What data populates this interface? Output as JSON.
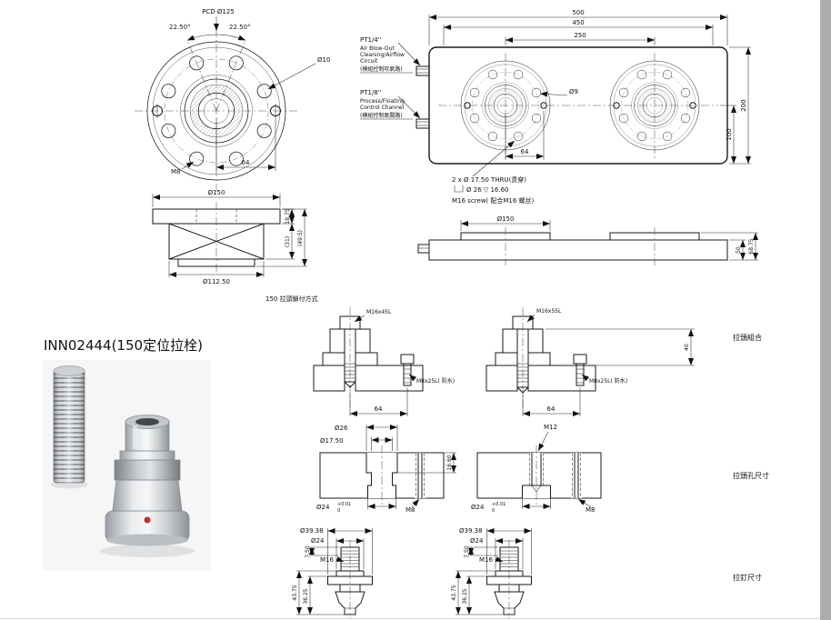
{
  "page": {
    "product_label": "INN02444(150定位拉栓)"
  },
  "flange_front": {
    "pcd": "PCD Ø125",
    "angle_left": "22.50°",
    "angle_right": "22.50°",
    "dia10": "Ø10",
    "m8": "M8",
    "dim64": "64"
  },
  "plate_front": {
    "dim500": "500",
    "dim450": "450",
    "dim250": "250",
    "dim200": "200",
    "dim100": "100",
    "dim64": "64",
    "dia9": "Ø9",
    "port_a": {
      "name": "PT1/4''",
      "line1": "Air Blow-Out",
      "line2": "Cleaning/Airflow",
      "line3": "Circuit",
      "line4": "(模組控制吹氣路)"
    },
    "port_b": {
      "name": "PT1/8''",
      "line1": "Process/Floating",
      "line2": "Control Channel",
      "line3": "(模組控制氣閥路)"
    },
    "note1": "2 x Ø 17.50 THRU(贯穿)",
    "note2": "Ø 26 ▽ 16.60",
    "note3": "M16 screw( 配合M16 螺丝)"
  },
  "flange_side": {
    "dia150": "Ø150",
    "t1875": "18.75",
    "h495": "(49.5)",
    "h31": "(31)",
    "dia11250": "Ø112.50"
  },
  "plate_side": {
    "dia150": "Ø150",
    "t50": "50",
    "t6875": "68.75"
  },
  "assembly": {
    "title": "150 拉頭鎖付方式",
    "bolt_left": "M16x45L",
    "bolt_right": "M16x55L",
    "side_bolt_left": "M8x25L( 防水)",
    "side_bolt_right": "M8x25L( 防水)",
    "dim64_left": "64",
    "dim64_right": "64",
    "dim40": "40",
    "caption": "拉頭組合"
  },
  "hole_dims": {
    "dia26": "Ø26",
    "dia175": "Ø17.50",
    "depth166": "16.60",
    "m12": "M12",
    "dia24_left": "Ø24",
    "tol_plus_left": "+0.01",
    "tol_zero_left": "0",
    "m8_left": "M8",
    "dia24_right": "Ø24",
    "tol_plus_right": "+0.01",
    "tol_zero_right": "0",
    "m8_right": "M8",
    "caption": "拉頭孔尺寸"
  },
  "stud_dims": {
    "left": {
      "dia3938": "Ø39.38",
      "dia24": "Ø24",
      "m16": "M16",
      "h75": "7.50",
      "h4375": "43.75",
      "h3625": "36.25"
    },
    "right": {
      "dia3938": "Ø39.38",
      "dia24": "Ø24",
      "m16": "M16",
      "h75": "7.50",
      "h4375": "43.75",
      "h3625": "36.25"
    },
    "caption": "拉釘尺寸"
  }
}
